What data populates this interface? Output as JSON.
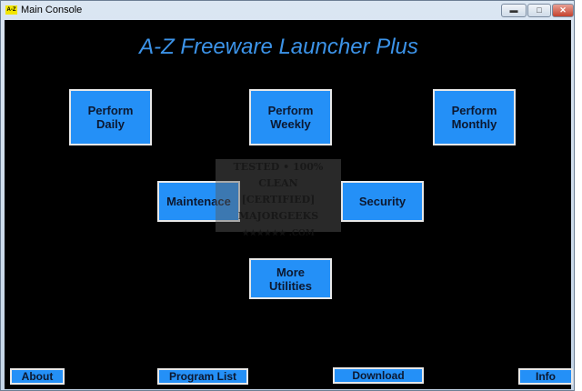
{
  "window": {
    "title": "Main Console",
    "icon_text": "A-Z",
    "minimize": "minimize-icon",
    "maximize": "maximize-icon",
    "close": "close-icon"
  },
  "app_title": "A-Z Freeware Launcher Plus",
  "buttons": {
    "daily": [
      "Perform",
      "Daily"
    ],
    "weekly": [
      "Perform",
      "Weekly"
    ],
    "monthly": [
      "Perform",
      "Monthly"
    ],
    "maintenance": "Maintenace",
    "security": "Security",
    "more": [
      "More",
      "Utilities"
    ]
  },
  "bottom": {
    "about": "About",
    "program_list": "Program List",
    "download": "Download",
    "info": "Info"
  },
  "watermark": [
    "TESTED • 100% CLEAN",
    "CERTIFIED",
    "MAJORGEEKS",
    ".COM"
  ],
  "colors": {
    "button": "#2490f7",
    "title": "#3c93e8",
    "background": "#000000"
  }
}
